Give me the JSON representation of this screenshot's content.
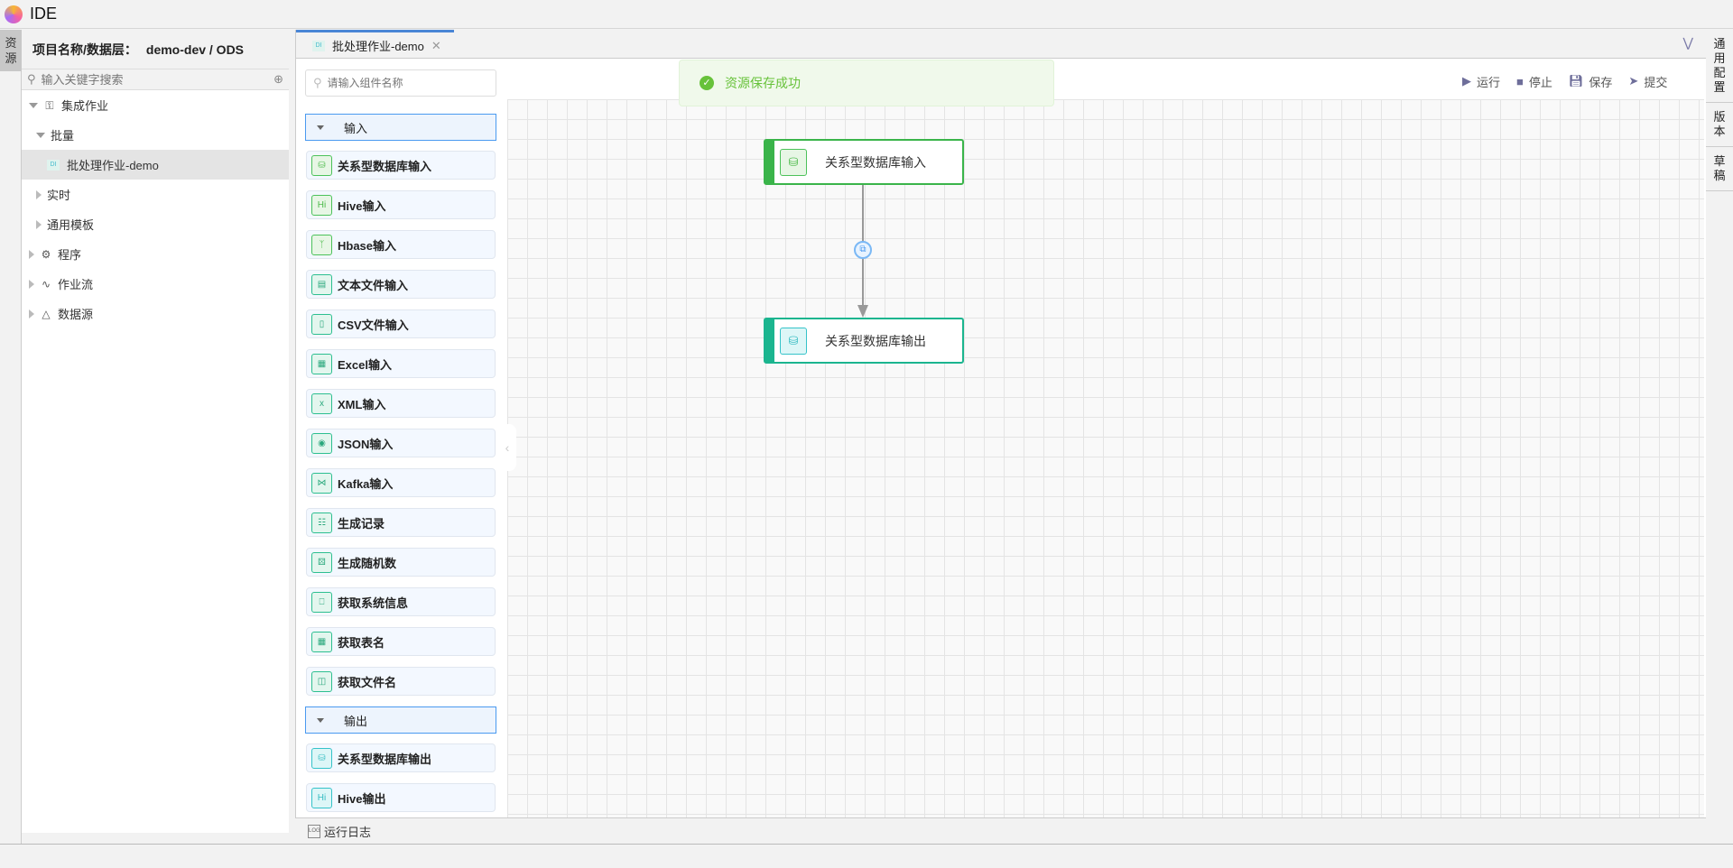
{
  "app": {
    "title": "IDE"
  },
  "left_rail": {
    "tab": "资源"
  },
  "tree": {
    "header_label": "项目名称/数据层：",
    "header_value": "demo-dev / ODS",
    "search_placeholder": "输入关键字搜索",
    "items": [
      {
        "label": "集成作业",
        "level": 0,
        "state": "expanded",
        "icon": "integration-icon"
      },
      {
        "label": "批量",
        "level": 1,
        "state": "expanded"
      },
      {
        "label": "批处理作业-demo",
        "level": 2,
        "selected": true,
        "badge": "DI"
      },
      {
        "label": "实时",
        "level": 1,
        "state": "collapsed"
      },
      {
        "label": "通用模板",
        "level": 1,
        "state": "collapsed"
      },
      {
        "label": "程序",
        "level": 0,
        "state": "collapsed",
        "icon": "gear-icon"
      },
      {
        "label": "作业流",
        "level": 0,
        "state": "collapsed",
        "icon": "workflow-icon"
      },
      {
        "label": "数据源",
        "level": 0,
        "state": "collapsed",
        "icon": "datasource-icon"
      }
    ]
  },
  "tabs": [
    {
      "label": "批处理作业-demo",
      "badge": "DI",
      "active": true
    }
  ],
  "palette": {
    "search_placeholder": "请输入组件名称",
    "groups": [
      {
        "label": "输入",
        "items": [
          "关系型数据库输入",
          "Hive输入",
          "Hbase输入",
          "文本文件输入",
          "CSV文件输入",
          "Excel输入",
          "XML输入",
          "JSON输入",
          "Kafka输入",
          "生成记录",
          "生成随机数",
          "获取系统信息",
          "获取表名",
          "获取文件名"
        ]
      },
      {
        "label": "输出",
        "items": [
          "关系型数据库输出",
          "Hive输出"
        ]
      }
    ]
  },
  "toolbar": {
    "run": "运行",
    "stop": "停止",
    "save": "保存",
    "submit": "提交"
  },
  "toast": {
    "message": "资源保存成功",
    "type": "success"
  },
  "canvas": {
    "nodes": [
      {
        "label": "关系型数据库输入",
        "color": "#3ab44a"
      },
      {
        "label": "关系型数据库输出",
        "color": "#1bb58f"
      }
    ]
  },
  "bottom": {
    "log": "运行日志"
  },
  "right_rail": {
    "tabs": [
      "通用配置",
      "版本",
      "草稿"
    ]
  }
}
